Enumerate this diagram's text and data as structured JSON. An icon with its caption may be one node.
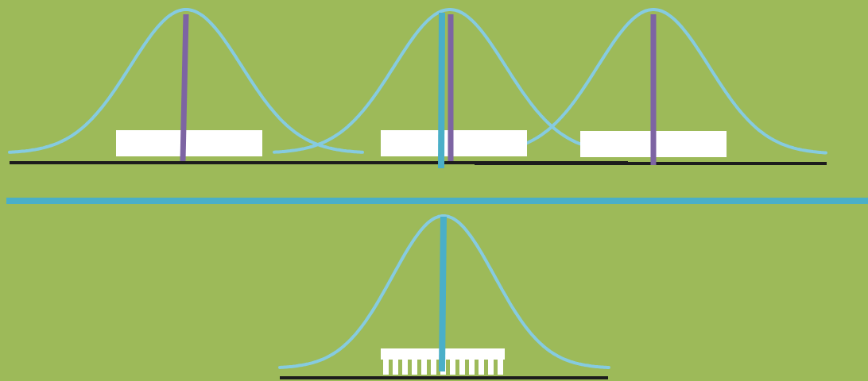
{
  "diagram": {
    "nodes": [
      {
        "text": [],
        "shape": "box"
      },
      {
        "text": [],
        "shape": "box"
      },
      {
        "text": [],
        "shape": "box"
      },
      {
        "text": [],
        "shape": "comb"
      }
    ]
  }
}
